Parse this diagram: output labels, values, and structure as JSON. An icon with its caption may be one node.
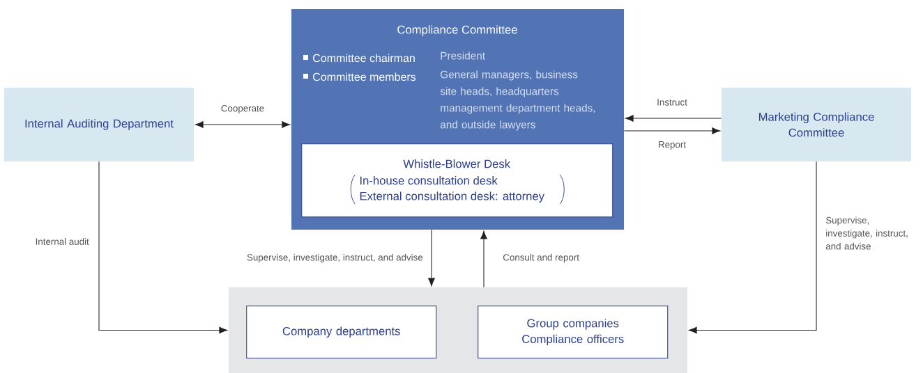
{
  "diagram": {
    "nodes": [
      {
        "text": [
          "Compliance Committee",
          "Committee chairman",
          "President",
          "Committee members",
          "General managers, business site heads, headquarters management department heads, and outside lawyers"
        ]
      },
      {
        "text": [
          "Whistle-Blower Desk",
          "In-house consultation desk",
          "External consultation desk: attorney"
        ],
        "in": 0
      },
      {
        "text": [
          "Internal Auditing Department"
        ]
      },
      {
        "text": [
          "Marketing Compliance Committee"
        ]
      },
      {
        "text": [],
        "shape": "box"
      },
      {
        "text": [
          "Company departments"
        ],
        "in": 4
      },
      {
        "text": [
          "Group companies Compliance officers"
        ],
        "in": 4
      }
    ],
    "edges": [
      {
        "from": 2,
        "to": 0,
        "arrow": "both",
        "label": "Cooperate"
      },
      {
        "from": 3,
        "to": 0,
        "arrow": "to",
        "label": "Instruct"
      },
      {
        "from": 0,
        "to": 3,
        "arrow": "to",
        "label": "Report"
      },
      {
        "from": 2,
        "to": 4,
        "arrow": "to",
        "label": "Internal audit"
      },
      {
        "from": 0,
        "to": 4,
        "arrow": "to",
        "label": "Supervise, investigate, instruct, and advise"
      },
      {
        "from": 4,
        "to": 0,
        "arrow": "to",
        "label": "Consult and report"
      },
      {
        "from": 3,
        "to": 4,
        "arrow": "to",
        "label": "Supervise, investigate, instruct, and advise"
      }
    ]
  }
}
